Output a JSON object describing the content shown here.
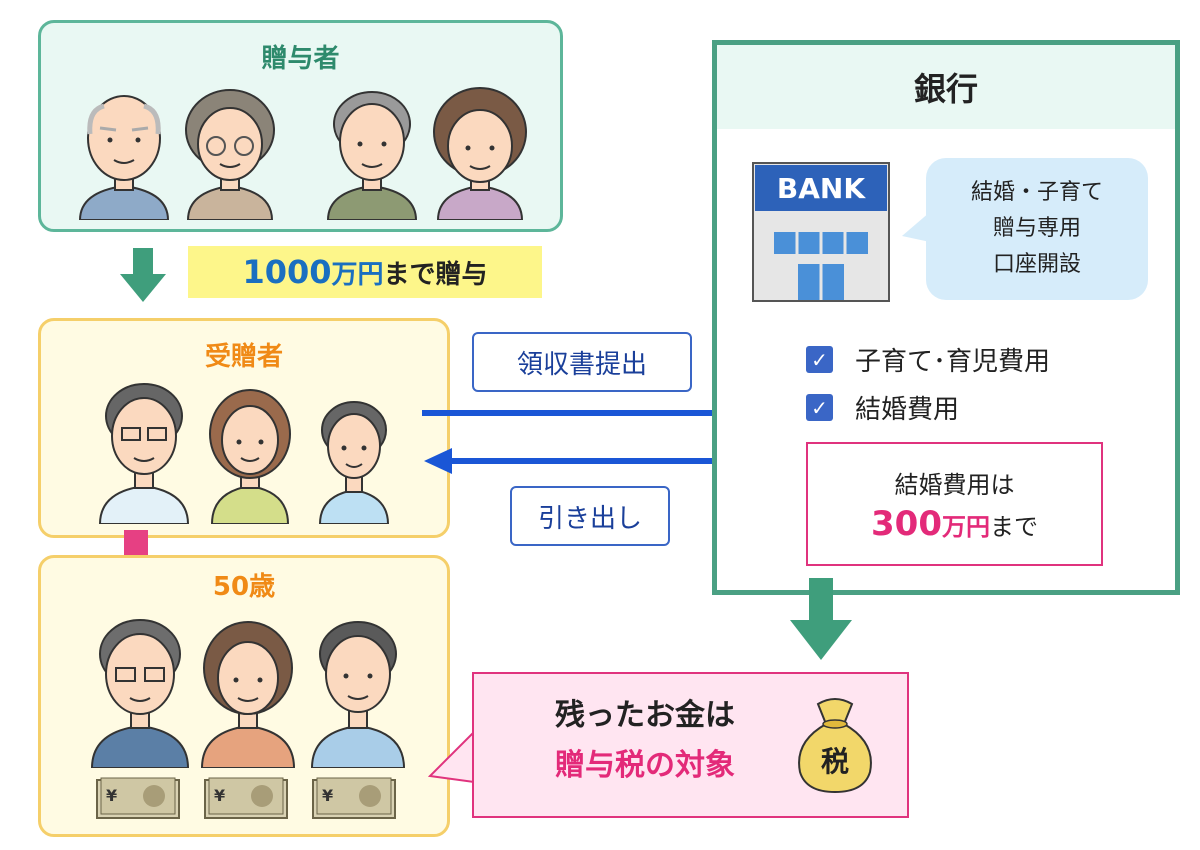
{
  "donor": {
    "title": "贈与者"
  },
  "amount": {
    "number": "1000",
    "unit": "万円",
    "suffix": "まで贈与"
  },
  "recipient": {
    "title": "受贈者"
  },
  "age_stage": {
    "title": "50歳"
  },
  "bank": {
    "title": "銀行",
    "sign": "BANK",
    "bubble_lines": [
      "結婚・子育て",
      "贈与専用",
      "口座開設"
    ],
    "checklist": [
      "子育て･育児費用",
      "結婚費用"
    ],
    "limit": {
      "line1": "結婚費用は",
      "number": "300",
      "unit": "万円",
      "suffix": "まで"
    }
  },
  "flows": {
    "to_bank": "領収書提出",
    "from_bank": "引き出し"
  },
  "result": {
    "line1": "残ったお金は",
    "line2": "贈与税の対象",
    "bag_label": "税"
  },
  "bill_label": "¥",
  "colors": {
    "donor_green": "#5db69a",
    "recipient_yellow": "#f5cf6a",
    "accent_orange": "#f08a16",
    "accent_pink": "#e32a79",
    "flow_blue": "#1a56d6"
  }
}
